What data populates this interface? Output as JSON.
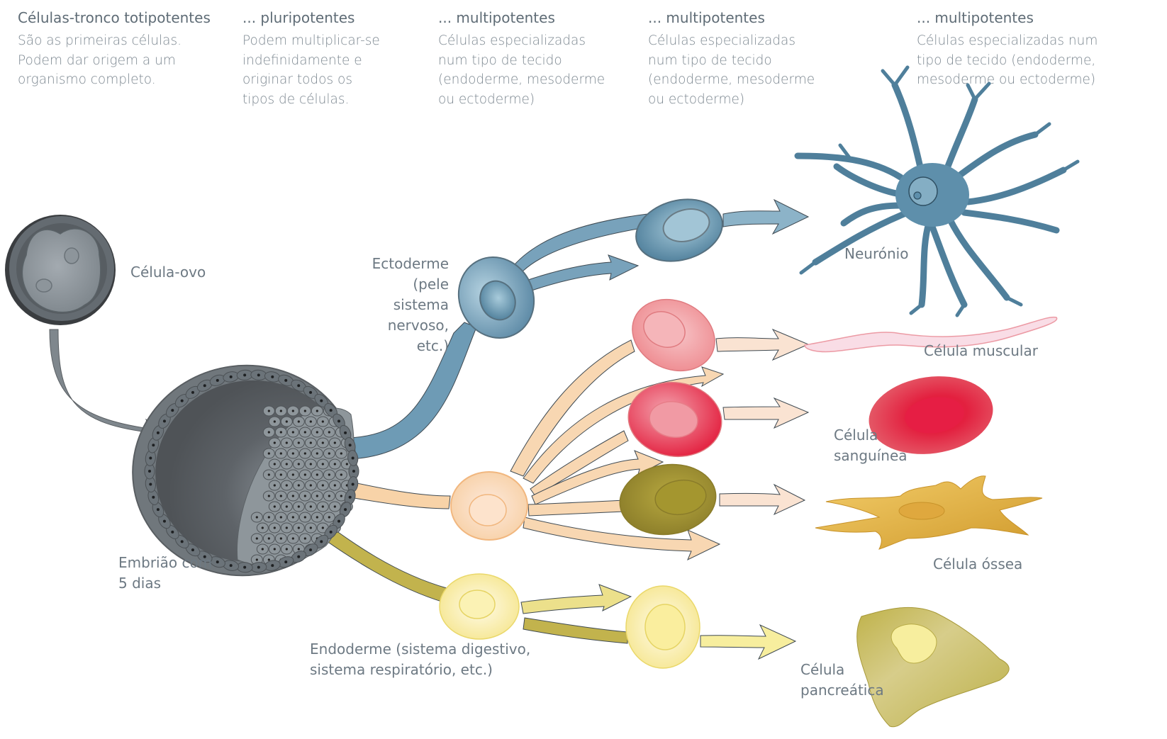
{
  "columns": [
    {
      "title": "Células-tronco totipotentes",
      "text": "São as primeiras células.\nPodem dar origem a um\norganismo completo."
    },
    {
      "title": "... pluripotentes",
      "text": "Podem multiplicar-se\nindefinidamente e\noriginar todos os\ntipos de células."
    },
    {
      "title": "... multipotentes",
      "text": "Células especializadas\nnum tipo de tecido\n(endoderme, mesoderme\n ou ectoderme)"
    },
    {
      "title": "... multipotentes",
      "text": "Células especializadas\nnum tipo de tecido\n(endoderme, mesoderme\n ou ectoderme)"
    },
    {
      "title": "... multipotentes",
      "text": "Células especializadas num\ntipo de tecido (endoderme,\nmesoderme ou ectoderme)"
    }
  ],
  "labels": {
    "egg": "Célula-ovo",
    "embryo": "Embrião com\n5 dias",
    "ectoderm": "Ectoderme\n(pele sistema\nnervoso, etc.)",
    "endoderm": "Endoderme (sistema digestivo,\nsistema respiratório, etc.)",
    "neuron": "Neurónio",
    "muscle": "Célula muscular",
    "blood": "Célula\nsanguínea",
    "bone": "Célula óssea",
    "pancreatic": "Célula\npancreática"
  },
  "colors": {
    "ectoderm": "#6e9bb5",
    "mesoderm": "#f8d3a8",
    "endoderm": "#c2b34d",
    "neuron": "#4f7f9b",
    "blood": "#e3203f",
    "bone": "#dba63a",
    "pancreatic": "#cfc47a"
  }
}
